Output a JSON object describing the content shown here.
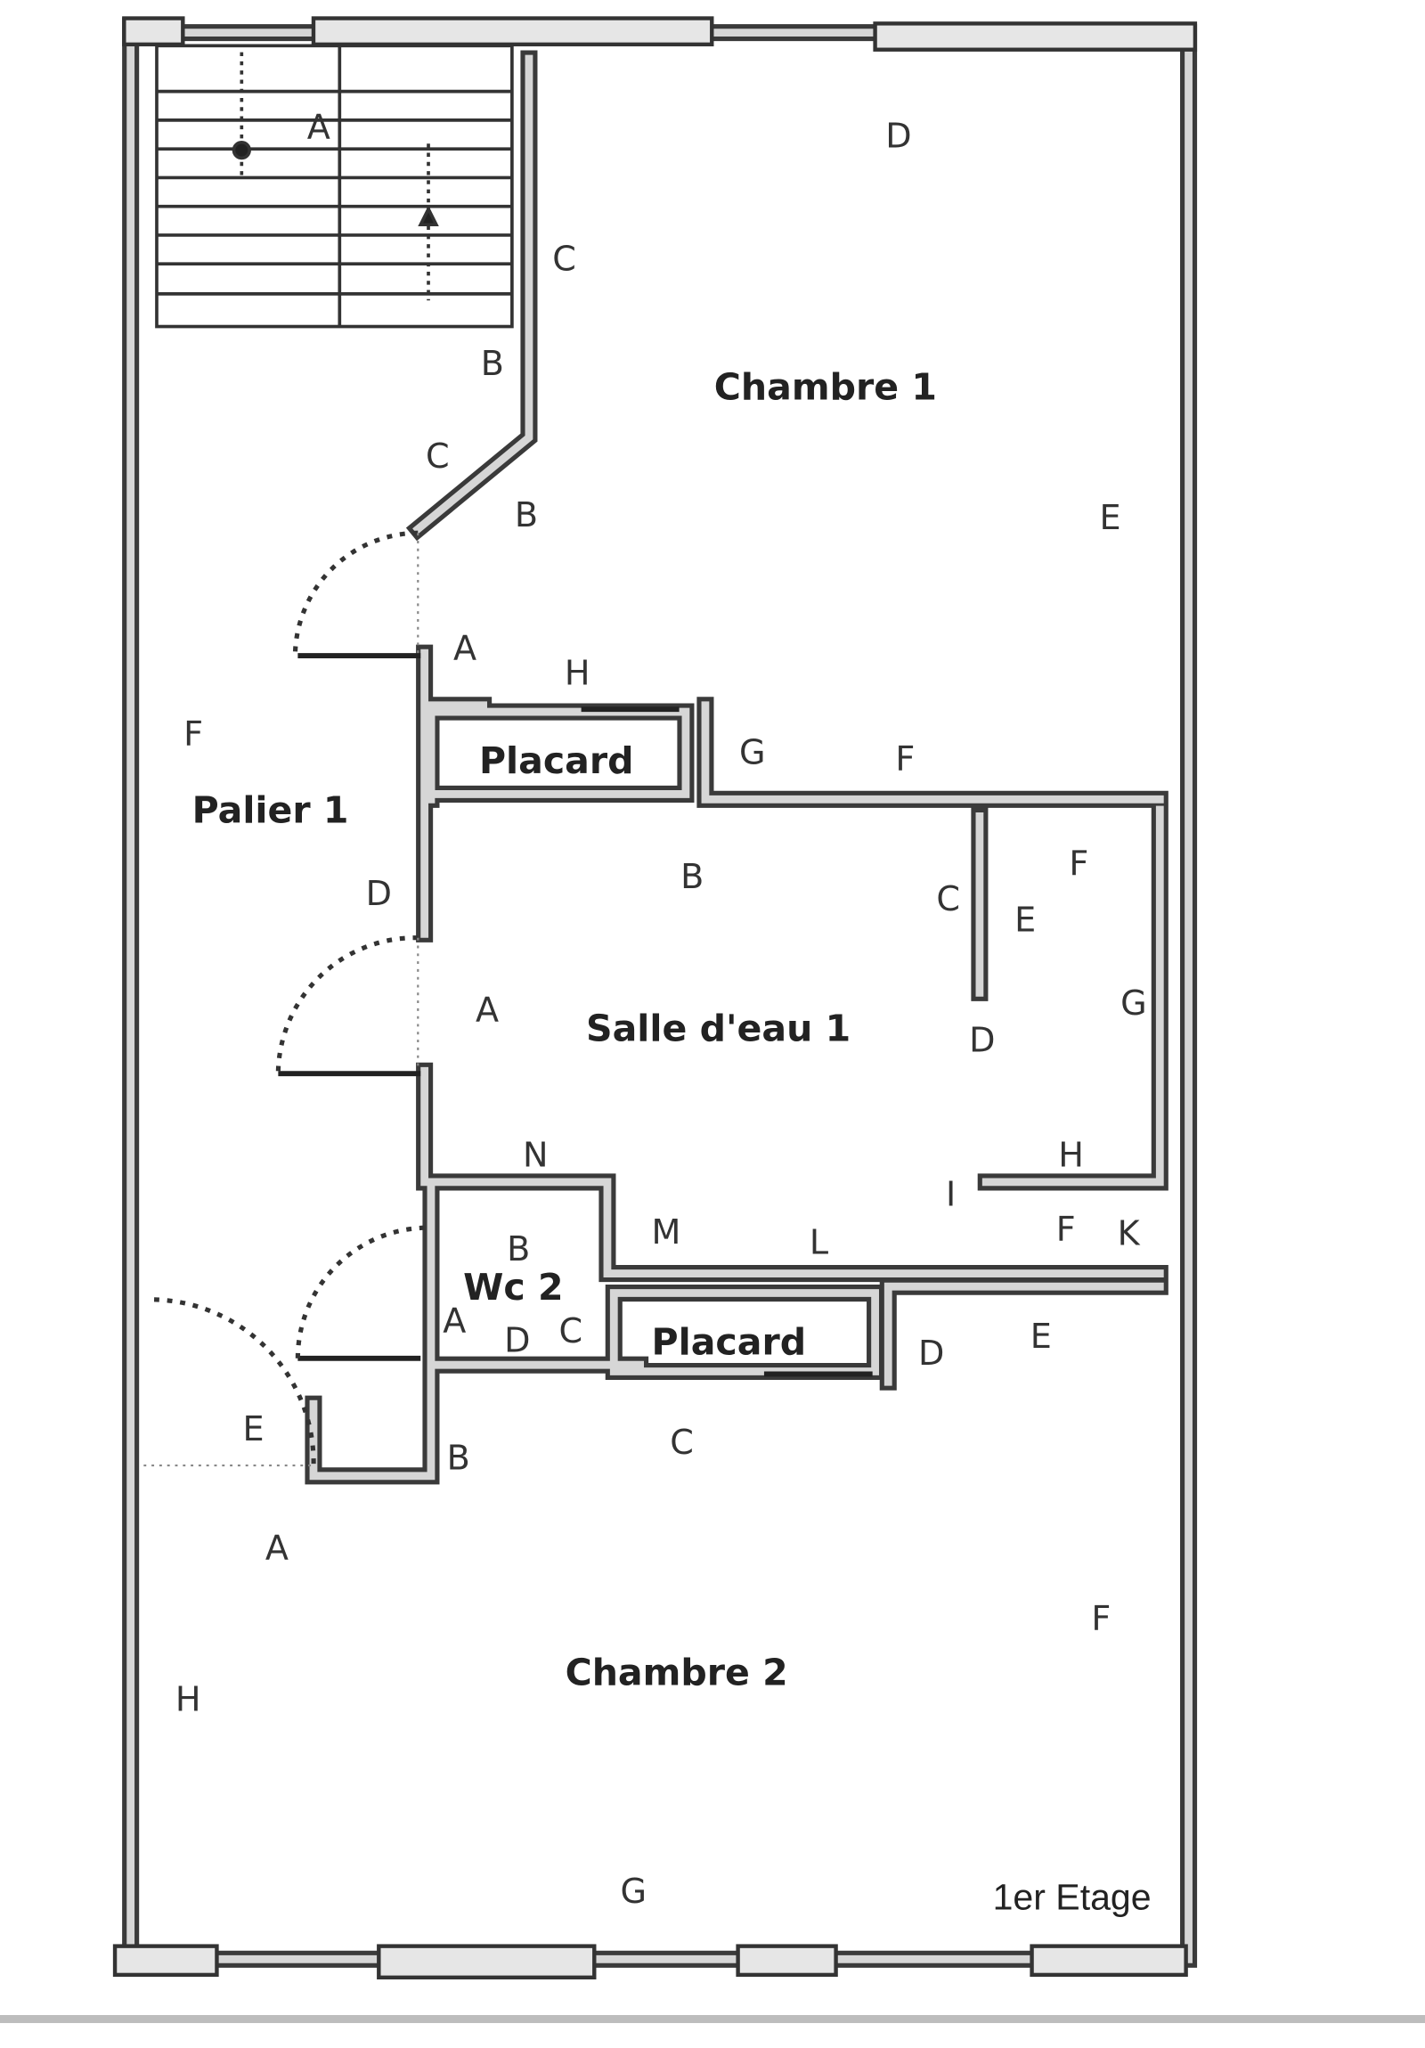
{
  "plan": {
    "caption": "1er Etage",
    "rooms": {
      "chambre1": "Chambre 1",
      "chambre2": "Chambre 2",
      "palier1": "Palier 1",
      "salle_eau1": "Salle d'eau 1",
      "wc2": "Wc 2",
      "placard_top": "Placard",
      "placard_bottom": "Placard"
    },
    "wall_labels": [
      "A",
      "D",
      "C",
      "B",
      "C",
      "B",
      "E",
      "A",
      "H",
      "G",
      "F",
      "F",
      "D",
      "B",
      "C",
      "E",
      "F",
      "A",
      "D",
      "G",
      "H",
      "N",
      "I",
      "M",
      "L",
      "F",
      "K",
      "B",
      "A",
      "D",
      "C",
      "D",
      "E",
      "C",
      "E",
      "B",
      "A",
      "H",
      "F",
      "G"
    ]
  }
}
